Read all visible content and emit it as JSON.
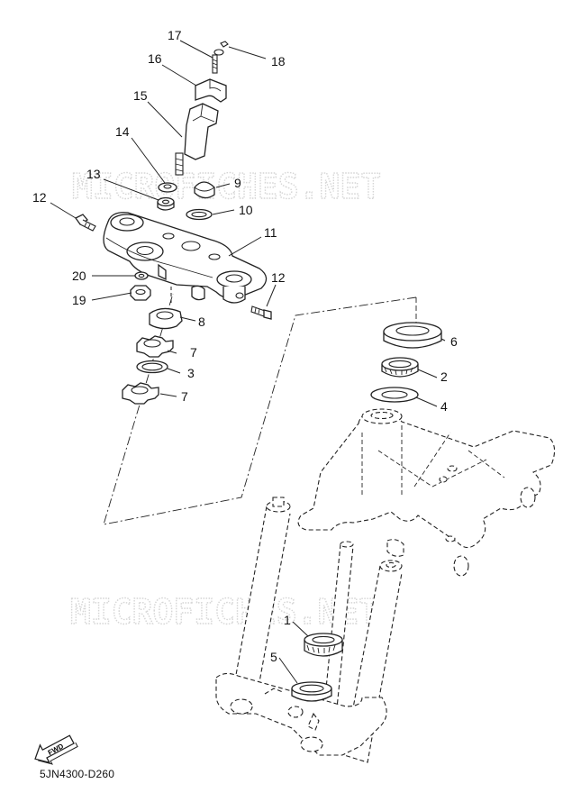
{
  "watermark": {
    "top": "MICROFICHES.NET",
    "bottom": "MICROFICHES.NET"
  },
  "fwd_icon": {
    "label": "FWD"
  },
  "diagram_code": "5JN4300-D260",
  "callouts": {
    "c1": "1",
    "c2": "2",
    "c3": "3",
    "c4": "4",
    "c5": "5",
    "c6": "6",
    "c7a": "7",
    "c7b": "7",
    "c8": "8",
    "c9": "9",
    "c10": "10",
    "c11": "11",
    "c12a": "12",
    "c12b": "12",
    "c13": "13",
    "c14": "14",
    "c15": "15",
    "c16": "16",
    "c17": "17",
    "c18": "18",
    "c19": "19",
    "c20": "20"
  }
}
